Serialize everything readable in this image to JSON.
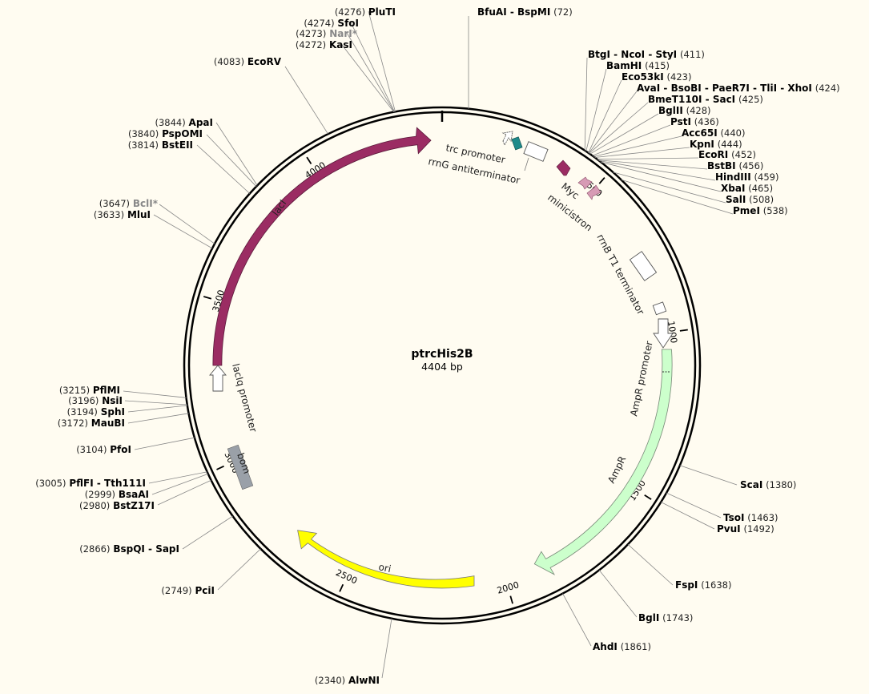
{
  "plasmid": {
    "name": "ptrcHis2B",
    "length_label": "4404 bp",
    "length": 4404
  },
  "sites": [
    {
      "name": "PluTI",
      "pos": "(4276)"
    },
    {
      "name": "SfoI",
      "pos": "(4274)"
    },
    {
      "name": "NarI*",
      "pos": "(4273)",
      "muted": true
    },
    {
      "name": "KasI",
      "pos": "(4272)"
    },
    {
      "name": "EcoRV",
      "pos": "(4083)"
    },
    {
      "name": "ApaI",
      "pos": "(3844)"
    },
    {
      "name": "PspOMI",
      "pos": "(3840)"
    },
    {
      "name": "BstEII",
      "pos": "(3814)"
    },
    {
      "name": "BclI*",
      "pos": "(3647)",
      "muted": true
    },
    {
      "name": "MluI",
      "pos": "(3633)"
    },
    {
      "name": "PflMI",
      "pos": "(3215)"
    },
    {
      "name": "NsiI",
      "pos": "(3196)"
    },
    {
      "name": "SphI",
      "pos": "(3194)"
    },
    {
      "name": "MauBI",
      "pos": "(3172)"
    },
    {
      "name": "PfoI",
      "pos": "(3104)"
    },
    {
      "name": "PflFI - Tth111I",
      "pos": "(3005)"
    },
    {
      "name": "BsaAI",
      "pos": "(2999)"
    },
    {
      "name": "BstZ17I",
      "pos": "(2980)"
    },
    {
      "name": "BspQI - SapI",
      "pos": "(2866)"
    },
    {
      "name": "PciI",
      "pos": "(2749)"
    },
    {
      "name": "AlwNI",
      "pos": "(2340)"
    },
    {
      "name": "BfuAI - BspMI",
      "pos": "(72)"
    },
    {
      "name": "BtgI - NcoI - StyI",
      "pos": "(411)"
    },
    {
      "name": "BamHI",
      "pos": "(415)"
    },
    {
      "name": "Eco53kI",
      "pos": "(423)"
    },
    {
      "name": "AvaI - BsoBI - PaeR7I - TliI - XhoI",
      "pos": "(424)"
    },
    {
      "name": "BmeT110I - SacI",
      "pos": "(425)"
    },
    {
      "name": "BglII",
      "pos": "(428)"
    },
    {
      "name": "PstI",
      "pos": "(436)"
    },
    {
      "name": "Acc65I",
      "pos": "(440)"
    },
    {
      "name": "KpnI",
      "pos": "(444)"
    },
    {
      "name": "EcoRI",
      "pos": "(452)"
    },
    {
      "name": "BstBI",
      "pos": "(456)"
    },
    {
      "name": "HindIII",
      "pos": "(459)"
    },
    {
      "name": "XbaI",
      "pos": "(465)"
    },
    {
      "name": "SalI",
      "pos": "(508)"
    },
    {
      "name": "PmeI",
      "pos": "(538)"
    },
    {
      "name": "ScaI",
      "pos": "(1380)"
    },
    {
      "name": "TsoI",
      "pos": "(1463)"
    },
    {
      "name": "PvuI",
      "pos": "(1492)"
    },
    {
      "name": "FspI",
      "pos": "(1638)"
    },
    {
      "name": "BglI",
      "pos": "(1743)"
    },
    {
      "name": "AhdI",
      "pos": "(1861)"
    }
  ],
  "ticks": [
    "500",
    "1000",
    "1500",
    "2000",
    "2500",
    "3000",
    "3500",
    "4000"
  ],
  "features": {
    "lacI": "lacI",
    "lacIq_promoter": "lacIq promoter",
    "bom": "bom",
    "ori": "ori",
    "AmpR": "AmpR",
    "AmpR_promoter": "AmpR promoter",
    "trc_promoter": "trc promoter",
    "rrnG_antiterminator": "rrnG antiterminator",
    "myc": "Myc",
    "minicistron": "minicistron",
    "rrnB_T1": "rrnB T1 terminator"
  },
  "colors": {
    "background": "#fffcf1",
    "lacI": "#9b2c63",
    "ori": "#ffff00",
    "AmpR": "#ccffcc",
    "bom": "#9aa0a8",
    "trc_box": "#1f8a8a",
    "myc": "#9b2c63",
    "minicistron": "#d79bb5",
    "muted_text": "#888888"
  }
}
